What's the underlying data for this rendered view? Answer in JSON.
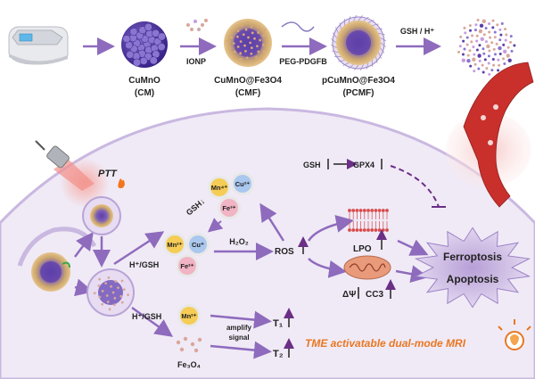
{
  "top_row": {
    "cm_name": "CuMnO",
    "cm_abbr": "(CM)",
    "ionp": "IONP",
    "cmf_name": "CuMnO@Fe3O4",
    "cmf_abbr": "(CMF)",
    "peg": "PEG-PDGFB",
    "pcmf_name": "pCuMnO@Fe3O4",
    "pcmf_abbr": "(PCMF)",
    "gsh_h": "GSH / H⁺"
  },
  "cell": {
    "ptt": "PTT",
    "h_gsh_1": "H⁺/GSH",
    "h_gsh_2": "H⁺/GSH",
    "gsh_down": "GSH↓",
    "ions_high": {
      "mn": "Mn⁴⁺",
      "cu": "Cu²⁺",
      "fe": "Fe³⁺"
    },
    "ions_low": {
      "mn": "Mn²⁺",
      "cu": "Cu⁺",
      "fe": "Fe²⁺"
    },
    "h2o2": "H₂O₂",
    "ros": "ROS",
    "gsh": "GSH",
    "gpx4": "GPX4",
    "lpo": "LPO",
    "delta_psi": "ΔΨ",
    "cc3": "CC3",
    "ferroptosis": "Ferroptosis",
    "apoptosis": "Apoptosis",
    "mn2": "Mn²⁺",
    "fe3o4": "Fe₃O₄",
    "amplify": "amplify",
    "signal": "signal",
    "t1": "T₁",
    "t2": "T₂",
    "mri": "TME activatable dual-mode MRI"
  },
  "colors": {
    "arrow": "#8e6bbd",
    "cell_fill": "#f0eaf6",
    "cell_border": "#c9b8e0",
    "core": "#5c3fa8",
    "mri_text": "#e87722",
    "ion_outer": "#e8e8e8",
    "mn_fill": "#f5cc55",
    "cu_fill": "#aac7ee",
    "fe_fill": "#f0b4c4"
  }
}
